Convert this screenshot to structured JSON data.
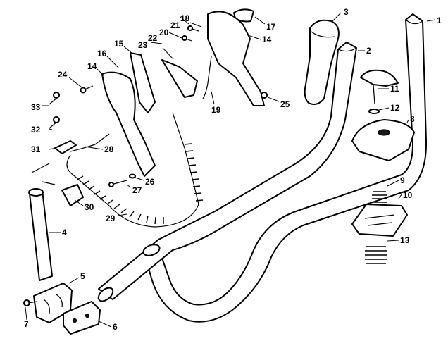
{
  "callouts": [
    {
      "id": "c1",
      "label": "1"
    },
    {
      "id": "c2",
      "label": "2"
    },
    {
      "id": "c3",
      "label": "3"
    },
    {
      "id": "c4",
      "label": "4"
    },
    {
      "id": "c5",
      "label": "5"
    },
    {
      "id": "c6",
      "label": "6"
    },
    {
      "id": "c7",
      "label": "7"
    },
    {
      "id": "c8",
      "label": "8"
    },
    {
      "id": "c9",
      "label": "9"
    },
    {
      "id": "c10",
      "label": "10"
    },
    {
      "id": "c11",
      "label": "11"
    },
    {
      "id": "c12",
      "label": "12"
    },
    {
      "id": "c13",
      "label": "13"
    },
    {
      "id": "c14a",
      "label": "14"
    },
    {
      "id": "c14b",
      "label": "14"
    },
    {
      "id": "c15",
      "label": "15"
    },
    {
      "id": "c16",
      "label": "16"
    },
    {
      "id": "c17",
      "label": "17"
    },
    {
      "id": "c18",
      "label": "18"
    },
    {
      "id": "c19",
      "label": "19"
    },
    {
      "id": "c20",
      "label": "20"
    },
    {
      "id": "c21",
      "label": "21"
    },
    {
      "id": "c22",
      "label": "22"
    },
    {
      "id": "c23",
      "label": "23"
    },
    {
      "id": "c24",
      "label": "24"
    },
    {
      "id": "c25",
      "label": "25"
    },
    {
      "id": "c26",
      "label": "26"
    },
    {
      "id": "c27",
      "label": "27"
    },
    {
      "id": "c28",
      "label": "28"
    },
    {
      "id": "c29",
      "label": "29"
    },
    {
      "id": "c30",
      "label": "30"
    },
    {
      "id": "c31",
      "label": "31"
    },
    {
      "id": "c32",
      "label": "32"
    },
    {
      "id": "c33",
      "label": "33"
    }
  ]
}
